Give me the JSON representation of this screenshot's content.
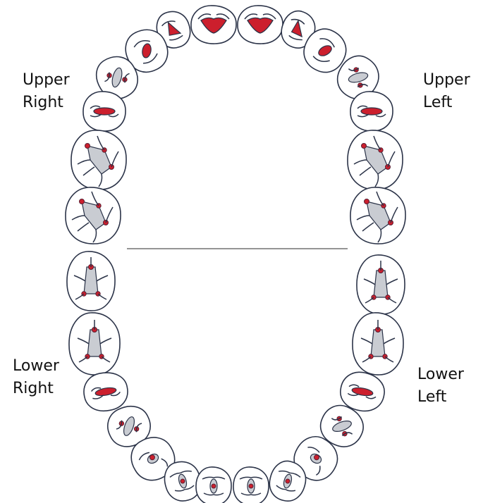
{
  "labels": {
    "upper_right": [
      "Upper",
      "Right"
    ],
    "upper_left": [
      "Upper",
      "Left"
    ],
    "lower_right": [
      "Lower",
      "Right"
    ],
    "lower_left": [
      "Lower",
      "Left"
    ]
  },
  "colors": {
    "outline": "#2b3348",
    "lesion": "#cc1f2d",
    "dot": "#5a1f33",
    "tooth_fill": "#ffffff",
    "patch": "#c9ccd2"
  }
}
